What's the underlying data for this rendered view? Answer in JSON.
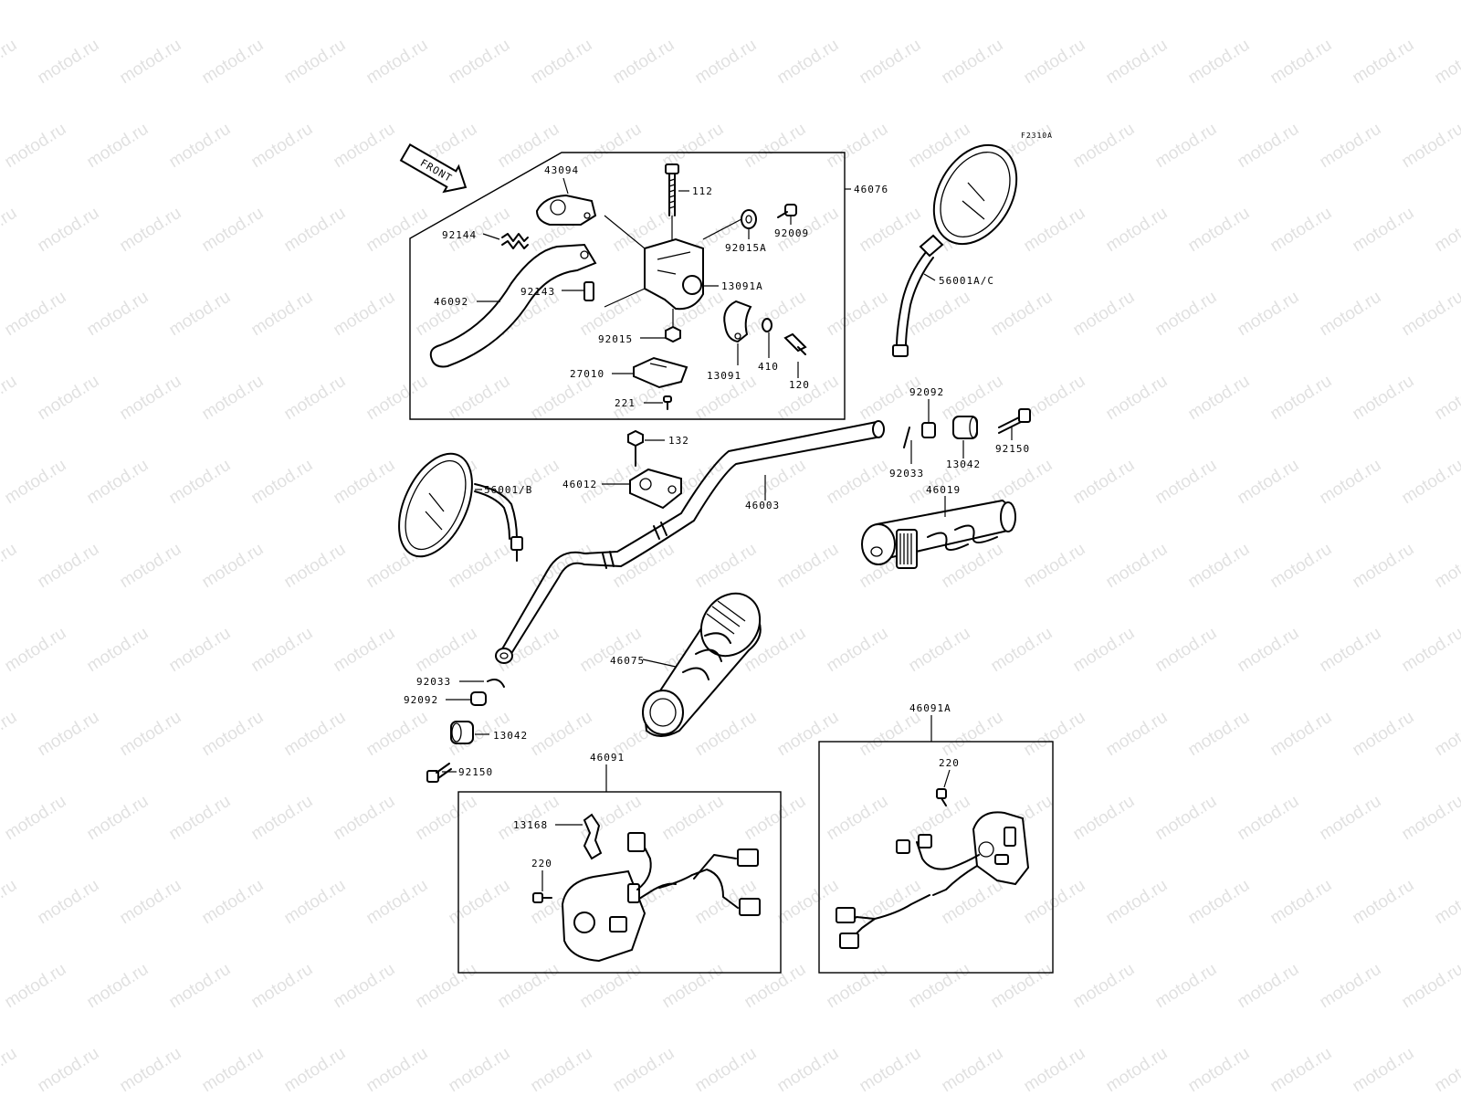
{
  "figure_code": "F2310A",
  "front_label": "FRONT",
  "watermark": {
    "text": "motod.ru",
    "color": "#000000"
  },
  "part_labels": {
    "p43094": "43094",
    "p112": "112",
    "p46076": "46076",
    "p92144": "92144",
    "p92015A": "92015A",
    "p92009": "92009",
    "p46092": "46092",
    "p92143": "92143",
    "p13091A": "13091A",
    "p92015": "92015",
    "p410": "410",
    "p13091": "13091",
    "p120": "120",
    "p27010": "27010",
    "p221": "221",
    "p56001AC": "56001A/C",
    "p92092_r": "92092",
    "p92033_r": "92033",
    "p13042_r": "13042",
    "p92150_r": "92150",
    "p132": "132",
    "p46012": "46012",
    "p56001B": "56001/B",
    "p46003": "46003",
    "p46019": "46019",
    "p46075": "46075",
    "p92033_l": "92033",
    "p92092_l": "92092",
    "p13042_l": "13042",
    "p92150_l": "92150",
    "p46091": "46091",
    "p13168": "13168",
    "p220_l": "220",
    "p46091A": "46091A",
    "p220_r": "220"
  }
}
